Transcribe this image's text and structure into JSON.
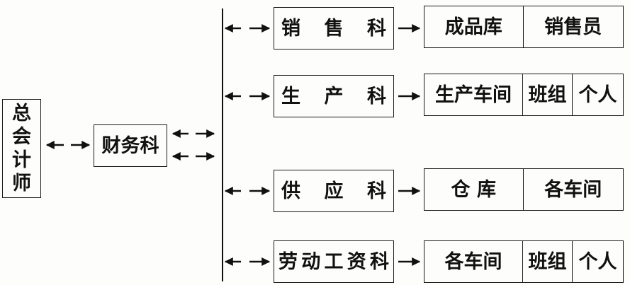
{
  "root": {
    "title": "总会计师",
    "chars": [
      "总",
      "会",
      "计",
      "师"
    ]
  },
  "finance": {
    "label": "财务科"
  },
  "departments": [
    {
      "name": "销售科",
      "chars": [
        "销",
        "售",
        "科"
      ],
      "units": [
        "成品库",
        "销售员"
      ]
    },
    {
      "name": "生产科",
      "chars": [
        "生",
        "产",
        "科"
      ],
      "units": [
        "生产车间",
        "班组",
        "个人"
      ]
    },
    {
      "name": "供应科",
      "chars": [
        "供",
        "应",
        "科"
      ],
      "units": [
        "仓 库",
        "各车间"
      ]
    },
    {
      "name": "劳动工资科",
      "chars": [
        "劳",
        "动",
        "工",
        "资",
        "科"
      ],
      "units": [
        "各车间",
        "班组",
        "个人"
      ]
    }
  ]
}
